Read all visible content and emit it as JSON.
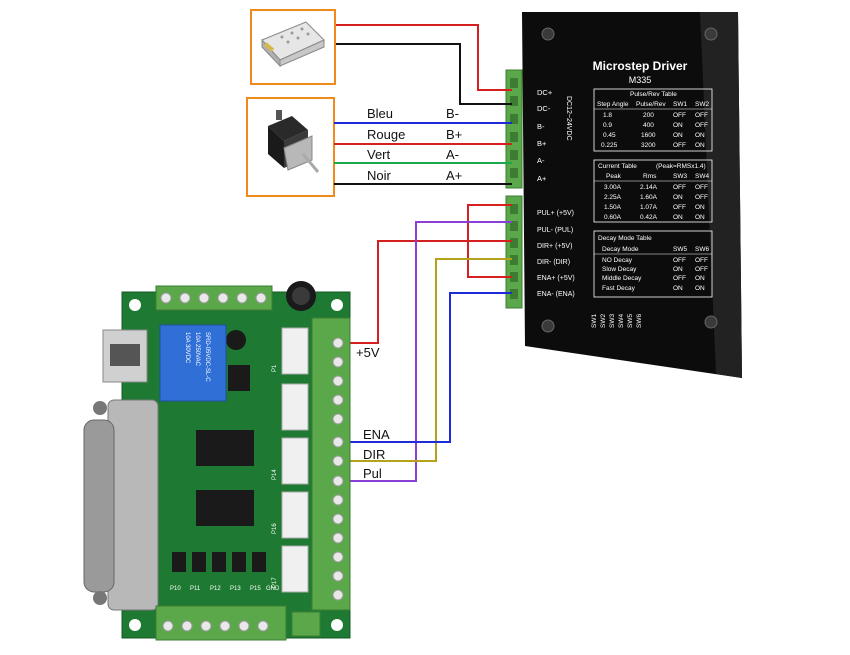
{
  "power_supply": {
    "icon": "power-supply-icon"
  },
  "stepper_motor": {
    "icon": "stepper-motor-icon"
  },
  "motor_wires": [
    {
      "color_name": "Bleu",
      "terminal": "B-",
      "color": "#1f2bd6"
    },
    {
      "color_name": "Rouge",
      "terminal": "B+",
      "color": "#d62020"
    },
    {
      "color_name": "Vert",
      "terminal": "A-",
      "color": "#1aa84a"
    },
    {
      "color_name": "Noir",
      "terminal": "A+",
      "color": "#111111"
    }
  ],
  "driver": {
    "title": "Microstep Driver",
    "model": "M335",
    "terminals_power": [
      "DC+",
      "DC-",
      "B-",
      "B+",
      "A-",
      "A+"
    ],
    "voltage_label": "DC12~24VDC",
    "terminals_signal": [
      "PUL+ (+5V)",
      "PUL- (PUL)",
      "DIR+ (+5V)",
      "DIR- (DIR)",
      "ENA+ (+5V)",
      "ENA- (ENA)"
    ],
    "pulse_table": {
      "title": "Pulse/Rev  Table",
      "headers": [
        "Step Angle",
        "Pulse/Rev",
        "SW1",
        "SW2"
      ],
      "rows": [
        [
          "1.8",
          "200",
          "OFF",
          "OFF"
        ],
        [
          "0.9",
          "400",
          "ON",
          "OFF"
        ],
        [
          "0.45",
          "1600",
          "ON",
          "ON"
        ],
        [
          "0.225",
          "3200",
          "OFF",
          "ON"
        ]
      ]
    },
    "current_table": {
      "title": "Current  Table",
      "note": "(Peak=RMSx1.4)",
      "headers": [
        "Peak",
        "Rms",
        "SW3",
        "SW4"
      ],
      "rows": [
        [
          "3.00A",
          "2.14A",
          "OFF",
          "OFF"
        ],
        [
          "2.25A",
          "1.60A",
          "ON",
          "OFF"
        ],
        [
          "1.50A",
          "1.07A",
          "OFF",
          "ON"
        ],
        [
          "0.60A",
          "0.42A",
          "ON",
          "ON"
        ]
      ]
    },
    "decay_table": {
      "title": "Decay Mode Table",
      "headers": [
        "Decay Mode",
        "SW5",
        "SW6"
      ],
      "rows": [
        [
          "NO Decay",
          "OFF",
          "OFF"
        ],
        [
          "Slow Decay",
          "ON",
          "OFF"
        ],
        [
          "Middle Decay",
          "OFF",
          "ON"
        ],
        [
          "Fast Decay",
          "ON",
          "ON"
        ]
      ]
    },
    "switch_labels": [
      "SW1",
      "SW2",
      "SW3",
      "SW4",
      "SW5",
      "SW6"
    ]
  },
  "board": {
    "relay_text": [
      "SRD-05VDC-SL-C",
      "10A 250VAC",
      "10A 30VDC"
    ],
    "port_labels": [
      "P1",
      "P14",
      "P16",
      "P17"
    ],
    "bottom_labels": [
      "P10",
      "P11",
      "P12",
      "P13",
      "P15",
      "GND"
    ]
  },
  "signal_labels": {
    "plus5v": "+5V",
    "ena": "ENA",
    "dir": "DIR",
    "pul": "Pul"
  },
  "colors": {
    "red": "#d62020",
    "black": "#111111",
    "blue": "#1f2bd6",
    "green": "#1aa84a",
    "purple": "#8a3fd6",
    "olive": "#b3a21a",
    "orange_border": "#f08a1c",
    "terminal_green": "#5aa84a",
    "pcb_green": "#1e7a32",
    "driver_body": "#111111"
  }
}
